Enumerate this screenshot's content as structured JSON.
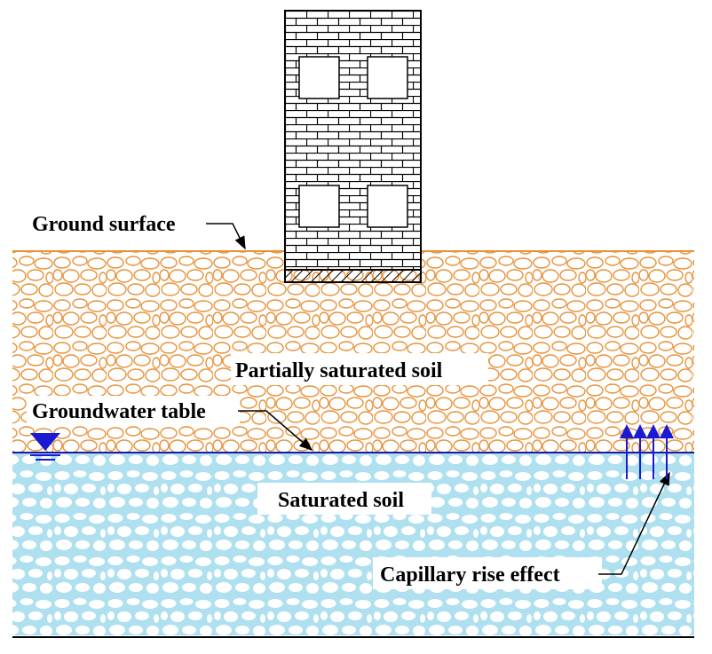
{
  "labels": {
    "ground_surface": "Ground surface",
    "partially_saturated": "Partially saturated soil",
    "groundwater_table": "Groundwater table",
    "saturated": "Saturated soil",
    "capillary": "Capillary rise effect"
  },
  "colors": {
    "unsat_soil": "#e8923a",
    "sat_soil": "#aee0ef",
    "water_line": "#1a1aa8",
    "arrows": "#1a1ad0",
    "building": "#000000",
    "ground_line": "#e8923a"
  },
  "capillary_arrows": 4
}
